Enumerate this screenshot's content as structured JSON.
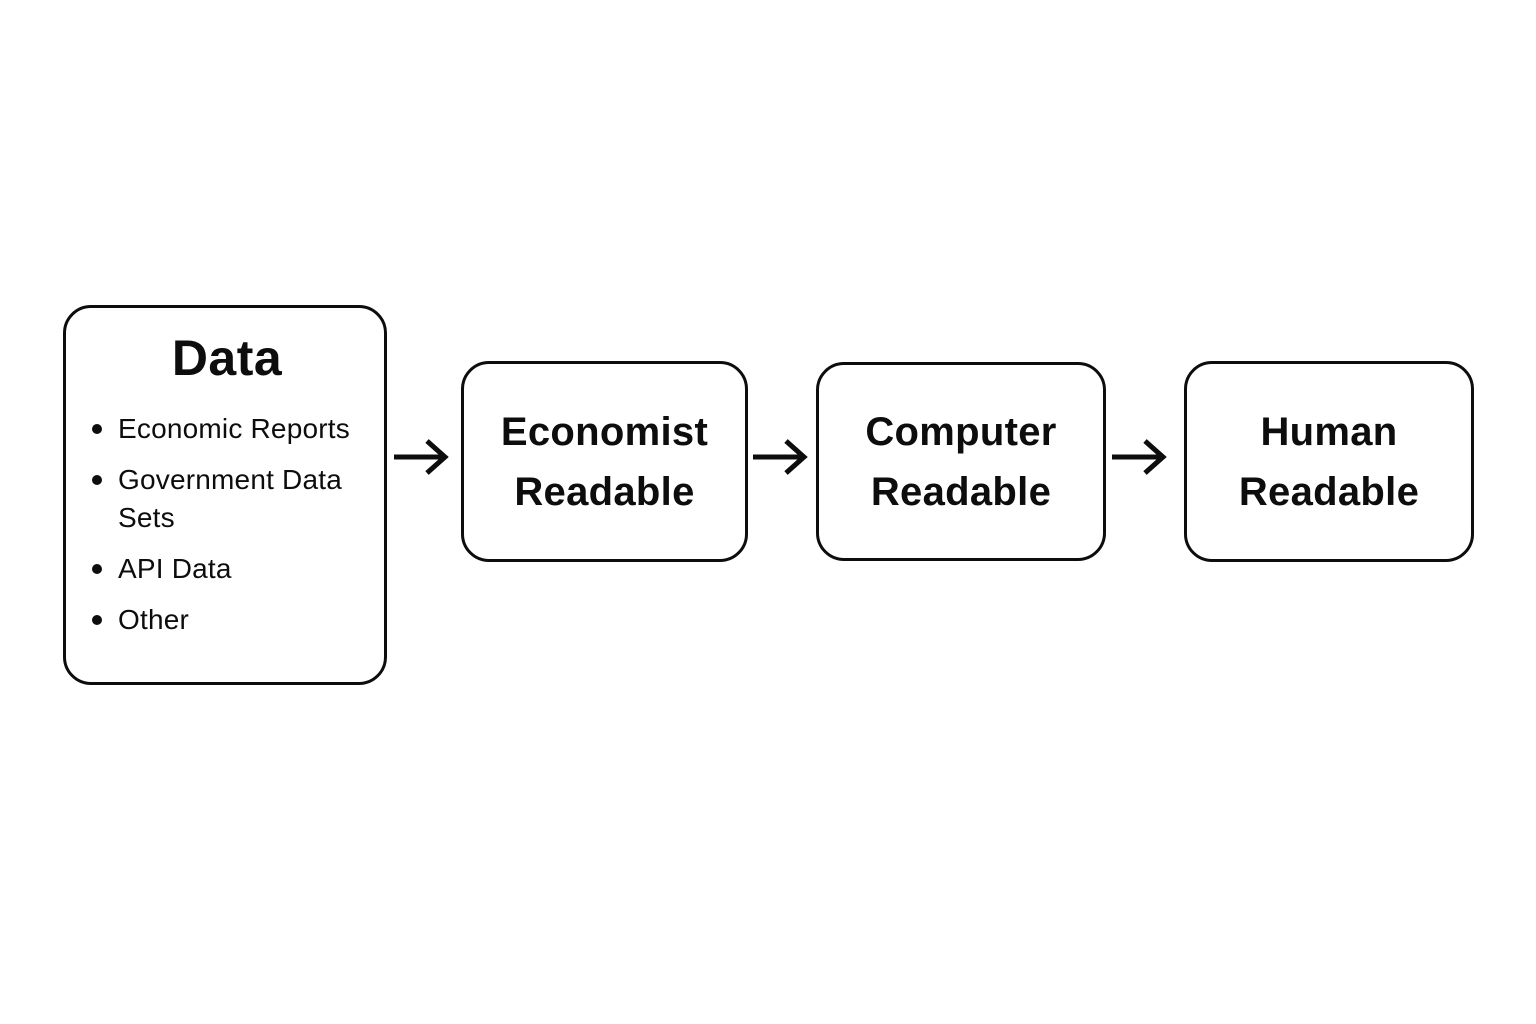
{
  "diagram": {
    "colors": {
      "background": "#ffffff",
      "stroke": "#0d0d0d",
      "text": "#0d0d0d"
    },
    "data_node": {
      "title": "Data",
      "bullets": [
        "Economic Reports",
        "Government Data Sets",
        "API Data",
        "Other"
      ]
    },
    "flow_nodes": [
      {
        "label": "Economist Readable"
      },
      {
        "label": "Computer Readable"
      },
      {
        "label": "Human Readable"
      }
    ],
    "arrows": [
      {
        "from": "Data",
        "to": "Economist Readable"
      },
      {
        "from": "Economist Readable",
        "to": "Computer Readable"
      },
      {
        "from": "Computer Readable",
        "to": "Human Readable"
      }
    ]
  }
}
